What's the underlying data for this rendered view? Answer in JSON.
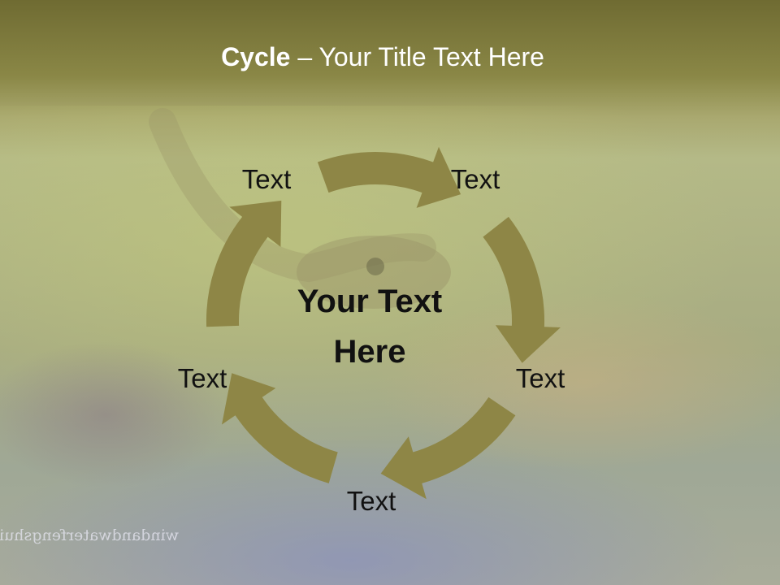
{
  "slide": {
    "title_bold": "Cycle",
    "title_rest": " – Your Title Text Here",
    "center_line1": "Your Text",
    "center_line2": "Here",
    "watermark": "windandwaterfengshui.c"
  },
  "cycle": {
    "nodes": [
      {
        "label": "Text"
      },
      {
        "label": "Text"
      },
      {
        "label": "Text"
      },
      {
        "label": "Text"
      },
      {
        "label": "Text"
      }
    ]
  },
  "colors": {
    "arrow": "#8e8646",
    "top_band": "#777334",
    "text": "#111111"
  }
}
